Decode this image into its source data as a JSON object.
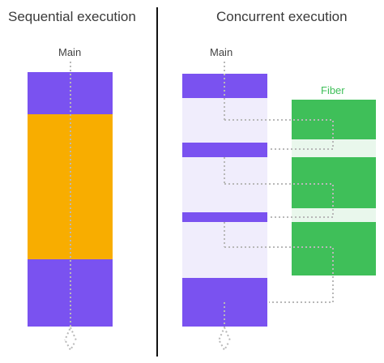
{
  "sequential": {
    "title": "Sequential execution",
    "main_label": "Main"
  },
  "concurrent": {
    "title": "Concurrent execution",
    "main_label": "Main",
    "fiber_label": "Fiber"
  },
  "colors": {
    "main_block": "#7a52f0",
    "blocking_block": "#f8ad00",
    "fiber_block": "#3fbf59",
    "main_idle": "#f0edfc",
    "fiber_idle": "#e9f7ec",
    "connector": "#b8b8b8",
    "divider": "#111111"
  }
}
